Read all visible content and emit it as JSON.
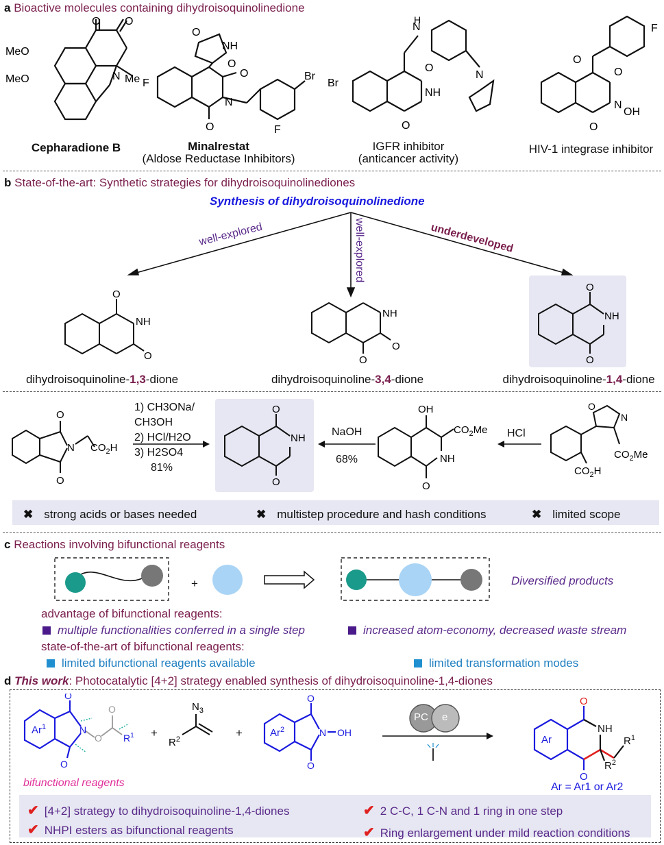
{
  "section_a": {
    "letter": "a",
    "title": "Bioactive molecules containing dihydroisoquinolinedione",
    "molecules": [
      {
        "name": "Cepharadione B",
        "sub": ""
      },
      {
        "name": "Minalrestat",
        "sub": "(Aldose Reductase Inhibitors)"
      },
      {
        "name": "IGFR inhibitor",
        "sub": "(anticancer activity)"
      },
      {
        "name": "HIV-1 integrase inhibitor",
        "sub": ""
      }
    ],
    "atoms": {
      "meo1": "MeO",
      "meo2": "MeO",
      "o": "O",
      "n": "N",
      "me": "Me",
      "nh": "NH",
      "f": "F",
      "br": "Br",
      "h": "H",
      "oh": "OH"
    }
  },
  "section_b": {
    "letter": "b",
    "title": "State-of-the-art: Synthetic strategies for dihydroisoquinolinediones",
    "center_title": "Synthesis of dihydroisoquinolinedione",
    "arrow_labels": [
      "well-explored",
      "well-explored",
      "underdeveloped"
    ],
    "products": [
      {
        "prefix": "dihydroisoquinoline-",
        "highlight": "1,3",
        "suffix": "-dione"
      },
      {
        "prefix": "dihydroisoquinoline-",
        "highlight": "3,4",
        "suffix": "-dione"
      },
      {
        "prefix": "dihydroisoquinoline-",
        "highlight": "1,4",
        "suffix": "-dione"
      }
    ],
    "route": {
      "conditions_left": [
        "1) CH3ONa/",
        "CH3OH",
        "2) HCl/H2O",
        "3) H2SO4",
        "81%"
      ],
      "conditions_mid": [
        "NaOH",
        "68%"
      ],
      "conditions_right": [
        "HCl"
      ]
    },
    "drawbacks": [
      "strong acids or bases needed",
      "multistep procedure and hash conditions",
      "limited scope"
    ]
  },
  "section_c": {
    "letter": "c",
    "title": "Reactions involving bifunctional reagents",
    "plus": "+",
    "diversified": "Diversified products",
    "advantage_heading": "advantage of bifunctional reagents:",
    "advantages": [
      "multiple functionalities conferred in a single step",
      "increased atom-economy, decreased waste stream"
    ],
    "sota_heading": "state-of-the-art of bifunctional reagents:",
    "limitations": [
      "limited bifunctional reagents available",
      "limited transformation modes"
    ],
    "colors": {
      "teal": "#1a9a8a",
      "grey": "#777777",
      "lightblue": "#a9d4f5",
      "purple_sq": "#4b1a8a",
      "blue_sq": "#1f8fd0"
    }
  },
  "section_d": {
    "letter": "d",
    "title_bold": "This work",
    "title_rest": ": Photocatalytic [4+2] strategy enabled synthesis of dihydroisoquinoline-1,4-diones",
    "bifunctional_label": "bifunctional reagents",
    "pc": "PC",
    "e": "e",
    "ar_note": "Ar = Ar1 or Ar2",
    "features": [
      "[4+2] strategy to dihydroisoquinoline-1,4-diones",
      "2 C-C, 1 C-N and 1 ring in one step",
      "NHPI esters as bifunctional reagents",
      "Ring enlargement under mild reaction conditions"
    ]
  }
}
